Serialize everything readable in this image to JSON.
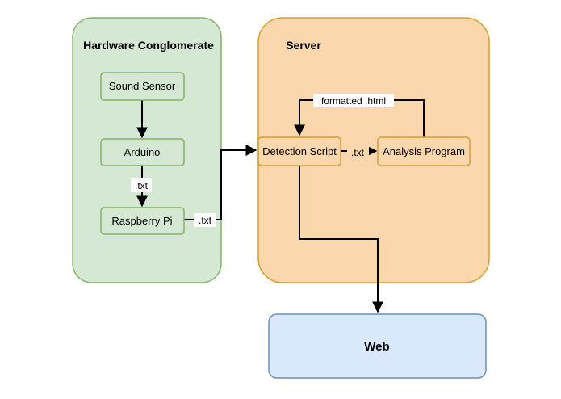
{
  "groups": {
    "hardware": {
      "title": "Hardware Conglomerate",
      "fill": "#d5e8d4",
      "stroke": "#82b366"
    },
    "server": {
      "title": "Server",
      "fill": "#fad7ac",
      "stroke": "#d6a02a"
    },
    "web": {
      "title": "Web",
      "fill": "#dae8fc",
      "stroke": "#6c8ebf"
    }
  },
  "nodes": {
    "sound_sensor": "Sound Sensor",
    "arduino": "Arduino",
    "raspberry_pi": "Raspberry Pi",
    "detection_script": "Detection Script",
    "analysis_program": "Analysis Program"
  },
  "edges": {
    "arduino_to_pi": ".txt",
    "pi_to_detection": ".txt",
    "detection_to_analysis": ".txt",
    "analysis_to_detection": "formatted .html"
  }
}
